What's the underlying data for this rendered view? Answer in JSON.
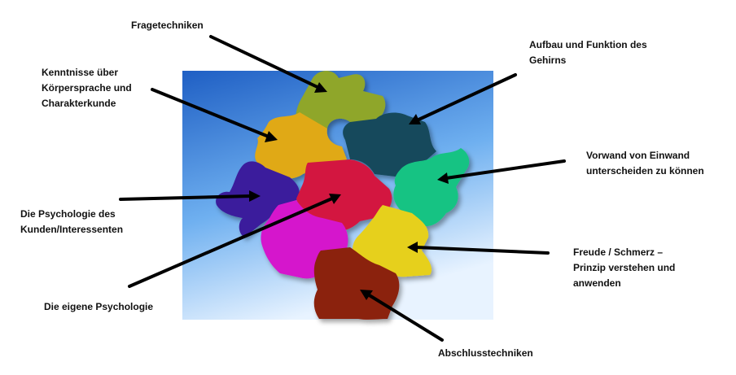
{
  "labels": {
    "fragetechniken": "Fragetechniken",
    "aufbau_gehirn": "Aufbau und Funktion des\nGehirns",
    "koerpersprache": "Kenntnisse über\nKörpersprache und\nCharakterkunde",
    "vorwand": "Vorwand von Einwand\nunterscheiden zu können",
    "psychologie_kunden": "Die Psychologie des\nKunden/Interessenten",
    "freude_schmerz": "Freude / Schmerz –\nPrinzip verstehen und\nanwenden",
    "eigene_psychologie": "Die eigene Psychologie",
    "abschlusstechniken": "Abschlusstechniken"
  },
  "colors": {
    "background_top": "#1f5fc4",
    "background_bottom": "#e8f3ff",
    "olive": "#8fa629",
    "dark_teal": "#134a5c",
    "yellow_orange": "#e0a915",
    "indigo": "#3a1a9c",
    "crimson": "#d3183f",
    "green": "#17c383",
    "magenta": "#d515cc",
    "yellow": "#e6d01a",
    "brown": "#8b2210",
    "arrow": "#000000"
  }
}
